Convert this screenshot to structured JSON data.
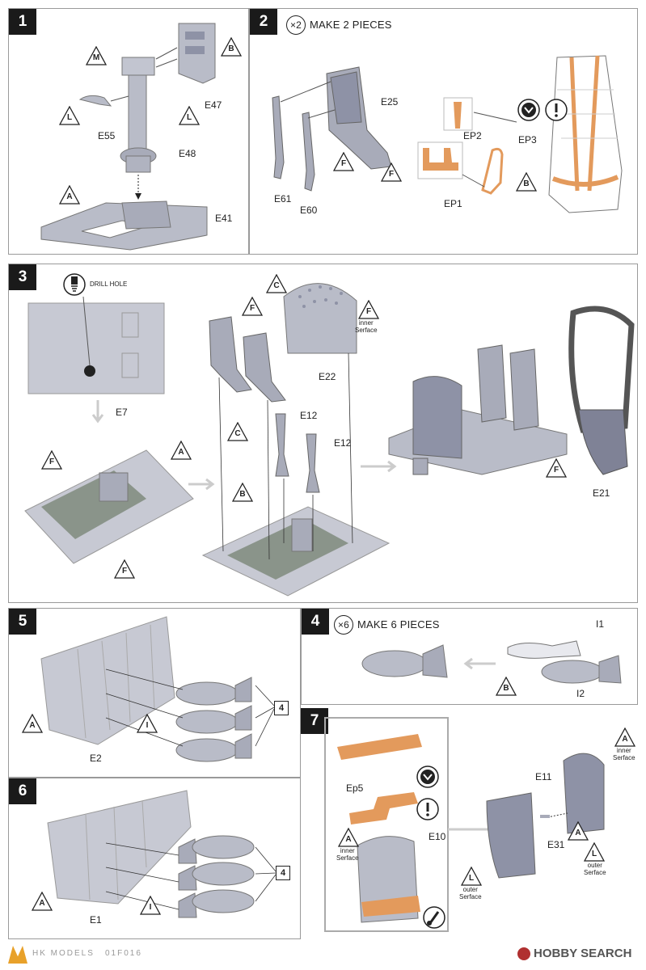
{
  "steps": {
    "s1": {
      "number": "1",
      "parts": {
        "e47": "E47",
        "e55": "E55",
        "e48": "E48",
        "e41": "E41"
      },
      "refs": {
        "m": "M",
        "b": "B",
        "l1": "L",
        "l2": "L",
        "a": "A"
      }
    },
    "s2": {
      "number": "2",
      "multiplier": "×2",
      "heading": "MAKE 2 PIECES",
      "parts": {
        "e25": "E25",
        "e61": "E61",
        "e60": "E60",
        "ep2": "EP2",
        "ep3": "EP3",
        "ep1": "EP1"
      },
      "refs": {
        "f1": "F",
        "f2": "F",
        "b": "B"
      }
    },
    "s3": {
      "number": "3",
      "drill": "DRILL HOLE",
      "inner": "inner\nSerface",
      "parts": {
        "e7": "E7",
        "e22": "E22",
        "e12a": "E12",
        "e12b": "E12",
        "e21": "E21"
      },
      "refs": {
        "c1": "C",
        "f1": "F",
        "f2": "F",
        "c2": "C",
        "b": "B",
        "f3": "F",
        "a": "A",
        "f4": "F",
        "f5": "F"
      }
    },
    "s4": {
      "number": "4",
      "multiplier": "×6",
      "heading": "MAKE 6 PIECES",
      "parts": {
        "i1": "I1",
        "i2": "I2"
      },
      "refs": {
        "b": "B"
      }
    },
    "s5": {
      "number": "5",
      "parts": {
        "e2": "E2"
      },
      "refs": {
        "a": "A",
        "i": "I"
      },
      "box": "4"
    },
    "s6": {
      "number": "6",
      "parts": {
        "e1": "E1"
      },
      "refs": {
        "a": "A",
        "i": "I"
      },
      "box": "4"
    },
    "s7": {
      "number": "7",
      "parts": {
        "ep5": "Ep5",
        "e10": "E10",
        "e11": "E11",
        "e31": "E31"
      },
      "refs": {
        "a1": "A",
        "a2": "A",
        "a3": "A",
        "l1": "L",
        "l2": "L"
      },
      "inner": "inner\nSerface",
      "outer": "outer\nSerface"
    }
  },
  "footer": {
    "brand": "HK MODELS",
    "code": "01F016",
    "watermark": "HOBBY SEARCH"
  },
  "colors": {
    "part_gray": "#b9bcc8",
    "part_dark": "#8e92a6",
    "photoetch": "#e39a5c",
    "plate_green": "#7f8b7c"
  }
}
